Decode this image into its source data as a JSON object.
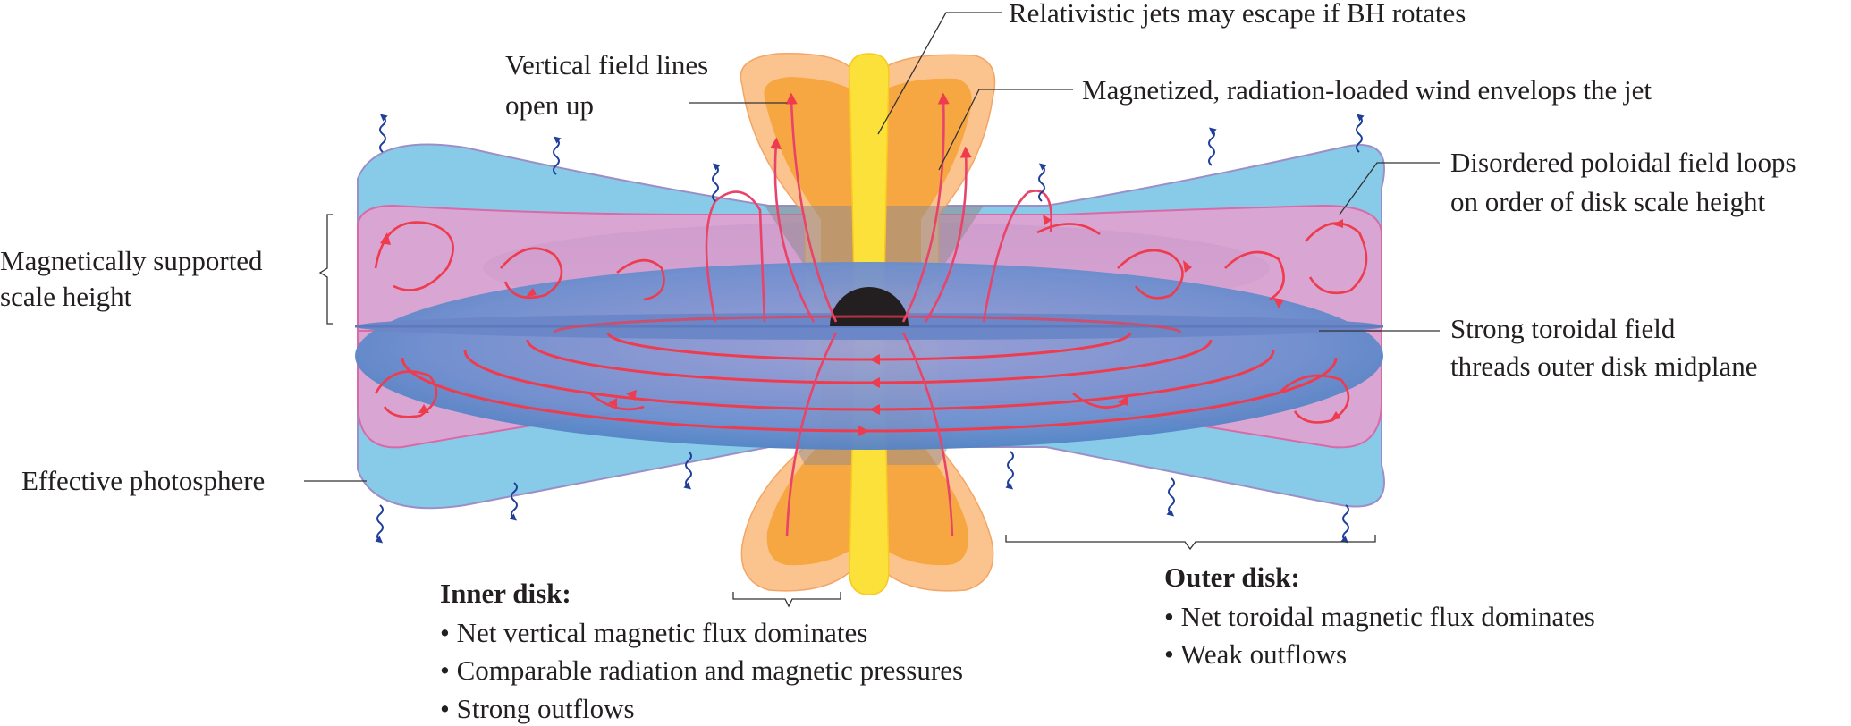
{
  "labels": {
    "jets": "Relativistic jets may escape if BH rotates",
    "vertical_1": "Vertical field lines",
    "vertical_2": "open up",
    "wind": "Magnetized, radiation-loaded wind envelops the jet",
    "disordered_1": "Disordered poloidal field loops",
    "disordered_2": "on order of disk scale height",
    "scale_1": "Magnetically supported",
    "scale_2": "scale height",
    "toroidal_1": "Strong toroidal field",
    "toroidal_2": "threads outer disk midplane",
    "photosphere": "Effective photosphere"
  },
  "inner_disk": {
    "title": "Inner disk:",
    "bullets": [
      "• Net vertical magnetic flux dominates",
      "• Comparable radiation and magnetic pressures",
      "• Strong outflows"
    ]
  },
  "outer_disk": {
    "title": "Outer disk:",
    "bullets": [
      "• Net toroidal magnetic flux dominates",
      "• Weak outflows"
    ]
  },
  "colors": {
    "photosphere_blue": "#87cbe8",
    "disk_blue": "#4a7fc1",
    "pink_region": "#dfa2cf",
    "field_red": "#ef3b4e",
    "jet_yellow": "#fde13b",
    "wind_orange": "#f7a742",
    "wind_light": "#fbc48f",
    "black_hole": "#231f20",
    "photon_blue": "#1f3f9a"
  }
}
